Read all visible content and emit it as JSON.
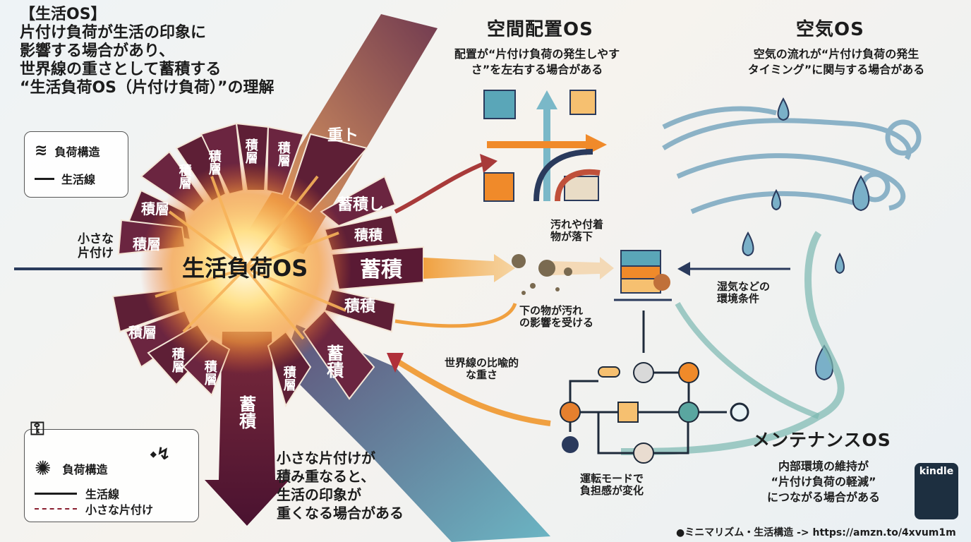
{
  "title": {
    "heading": "【生活OS】",
    "lines": [
      "片付け負荷が生活の印象に",
      "影響する場合があり、",
      "世界線の重さとして蓄積する",
      "“生活負荷OS（片付け負荷）”の理解"
    ]
  },
  "legend_top": {
    "item1": "負荷構造",
    "item2": "生活線"
  },
  "legend_bottom": {
    "item1": "負荷構造",
    "item2": "生活線",
    "item3": "小さな片付け"
  },
  "hub": {
    "label": "生活負荷OS",
    "input_label_1": "小さな",
    "input_label_2": "片付け"
  },
  "segments": [
    "積層",
    "積層",
    "積層",
    "積層",
    "積層",
    "積層",
    "積層",
    "積層",
    "積層",
    "積層",
    "重ト",
    "蓄積し",
    "積積",
    "蓄積",
    "積積",
    "蓄積",
    "蓄積"
  ],
  "bottom_note": [
    "小さな片付けが",
    "積み重なると、",
    "生活の印象が",
    "重くなる場合がある"
  ],
  "space_os": {
    "title": "空間配置OS",
    "desc1": "配置が“片付け負荷の発生しやす",
    "desc2": "さ”を左右する場合がある"
  },
  "air_os": {
    "title": "空気OS",
    "desc1": "空気の流れが“片付け負荷の発生",
    "desc2": "タイミング”に関与する場合がある"
  },
  "maint_os": {
    "title": "メンテナンスOS",
    "desc1": "内部環境の維持が",
    "desc2": "“片付け負荷の軽減”",
    "desc3": "につながる場合がある"
  },
  "labels": {
    "dirt1": "汚れや付着",
    "dirt2": "物が落下",
    "below1": "下の物が汚れ",
    "below2": "の影響を受ける",
    "humid1": "湿気などの",
    "humid2": "環境条件",
    "world1": "世界線の比喩的",
    "world2": "な重さ",
    "mode1": "運転モードで",
    "mode2": "負担感が変化"
  },
  "kindle": "kindle",
  "footer": "●ミニマリズム・生活構造 -> https://amzn.to/4xvum1m",
  "colors": {
    "maroon": "#6b1f3a",
    "orange": "#f08a2a",
    "teal": "#5aa6b8",
    "navy": "#2a3a5c",
    "glow": "#ffd27a"
  }
}
